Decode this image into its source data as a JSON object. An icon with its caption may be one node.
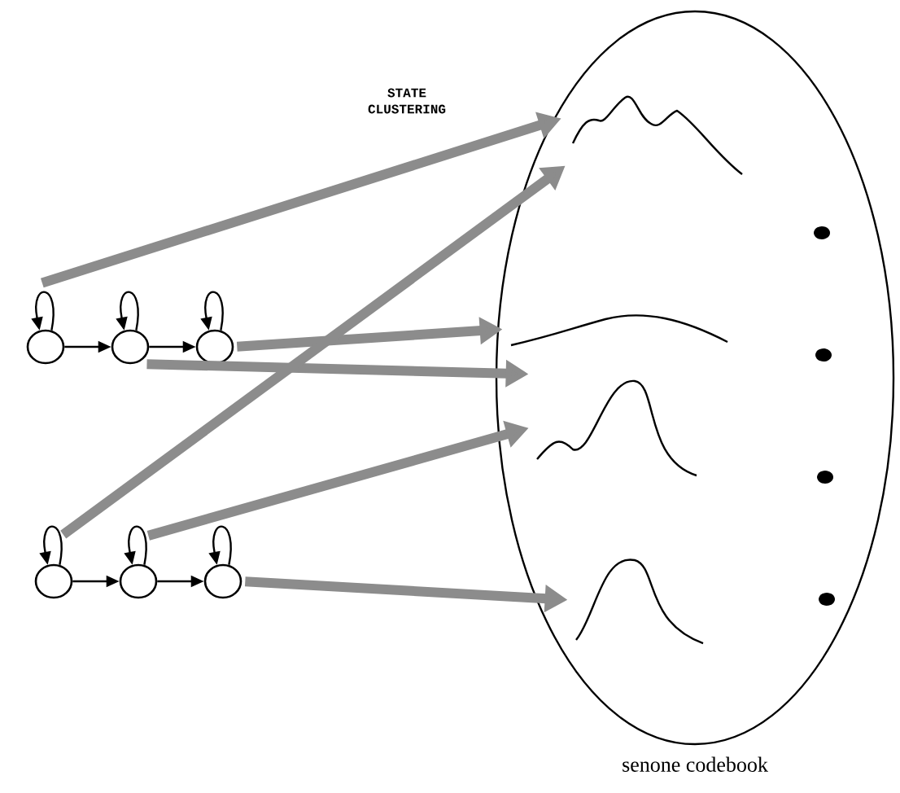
{
  "diagram": {
    "nodes": [
      {
        "text": [
          "senone codebook"
        ]
      },
      {
        "text": [],
        "shape": "curve",
        "in": 0
      },
      {
        "text": [],
        "shape": "curve",
        "in": 0
      },
      {
        "text": [],
        "shape": "curve",
        "in": 0
      },
      {
        "text": [],
        "shape": "curve",
        "in": 0
      },
      {
        "text": [],
        "shape": "circle"
      },
      {
        "text": [],
        "shape": "circle"
      },
      {
        "text": [],
        "shape": "circle"
      },
      {
        "text": [],
        "shape": "circle"
      },
      {
        "text": [],
        "shape": "circle"
      },
      {
        "text": [],
        "shape": "circle"
      }
    ],
    "edges": [
      {
        "from": 5,
        "to": 5,
        "arrow": "to"
      },
      {
        "from": 6,
        "to": 6,
        "arrow": "to"
      },
      {
        "from": 7,
        "to": 7,
        "arrow": "to"
      },
      {
        "from": 5,
        "to": 6,
        "arrow": "to"
      },
      {
        "from": 6,
        "to": 7,
        "arrow": "to"
      },
      {
        "from": 8,
        "to": 8,
        "arrow": "to"
      },
      {
        "from": 9,
        "to": 9,
        "arrow": "to"
      },
      {
        "from": 10,
        "to": 10,
        "arrow": "to"
      },
      {
        "from": 8,
        "to": 9,
        "arrow": "to"
      },
      {
        "from": 9,
        "to": 10,
        "arrow": "to"
      },
      {
        "from": 5,
        "to": 1,
        "arrow": "to",
        "style": "thick",
        "color": "#8c8c8c"
      },
      {
        "from": 7,
        "to": 2,
        "arrow": "to",
        "style": "thick",
        "color": "#8c8c8c"
      },
      {
        "from": 6,
        "to": 3,
        "arrow": "to",
        "style": "thick",
        "color": "#8c8c8c"
      },
      {
        "from": 8,
        "to": 1,
        "arrow": "to",
        "style": "thick",
        "color": "#8c8c8c"
      },
      {
        "from": 9,
        "to": 3,
        "arrow": "to",
        "style": "thick",
        "color": "#8c8c8c"
      },
      {
        "from": 10,
        "to": 4,
        "arrow": "to",
        "style": "thick",
        "color": "#8c8c8c"
      }
    ],
    "labels": [
      "STATE CLUSTERING"
    ]
  }
}
